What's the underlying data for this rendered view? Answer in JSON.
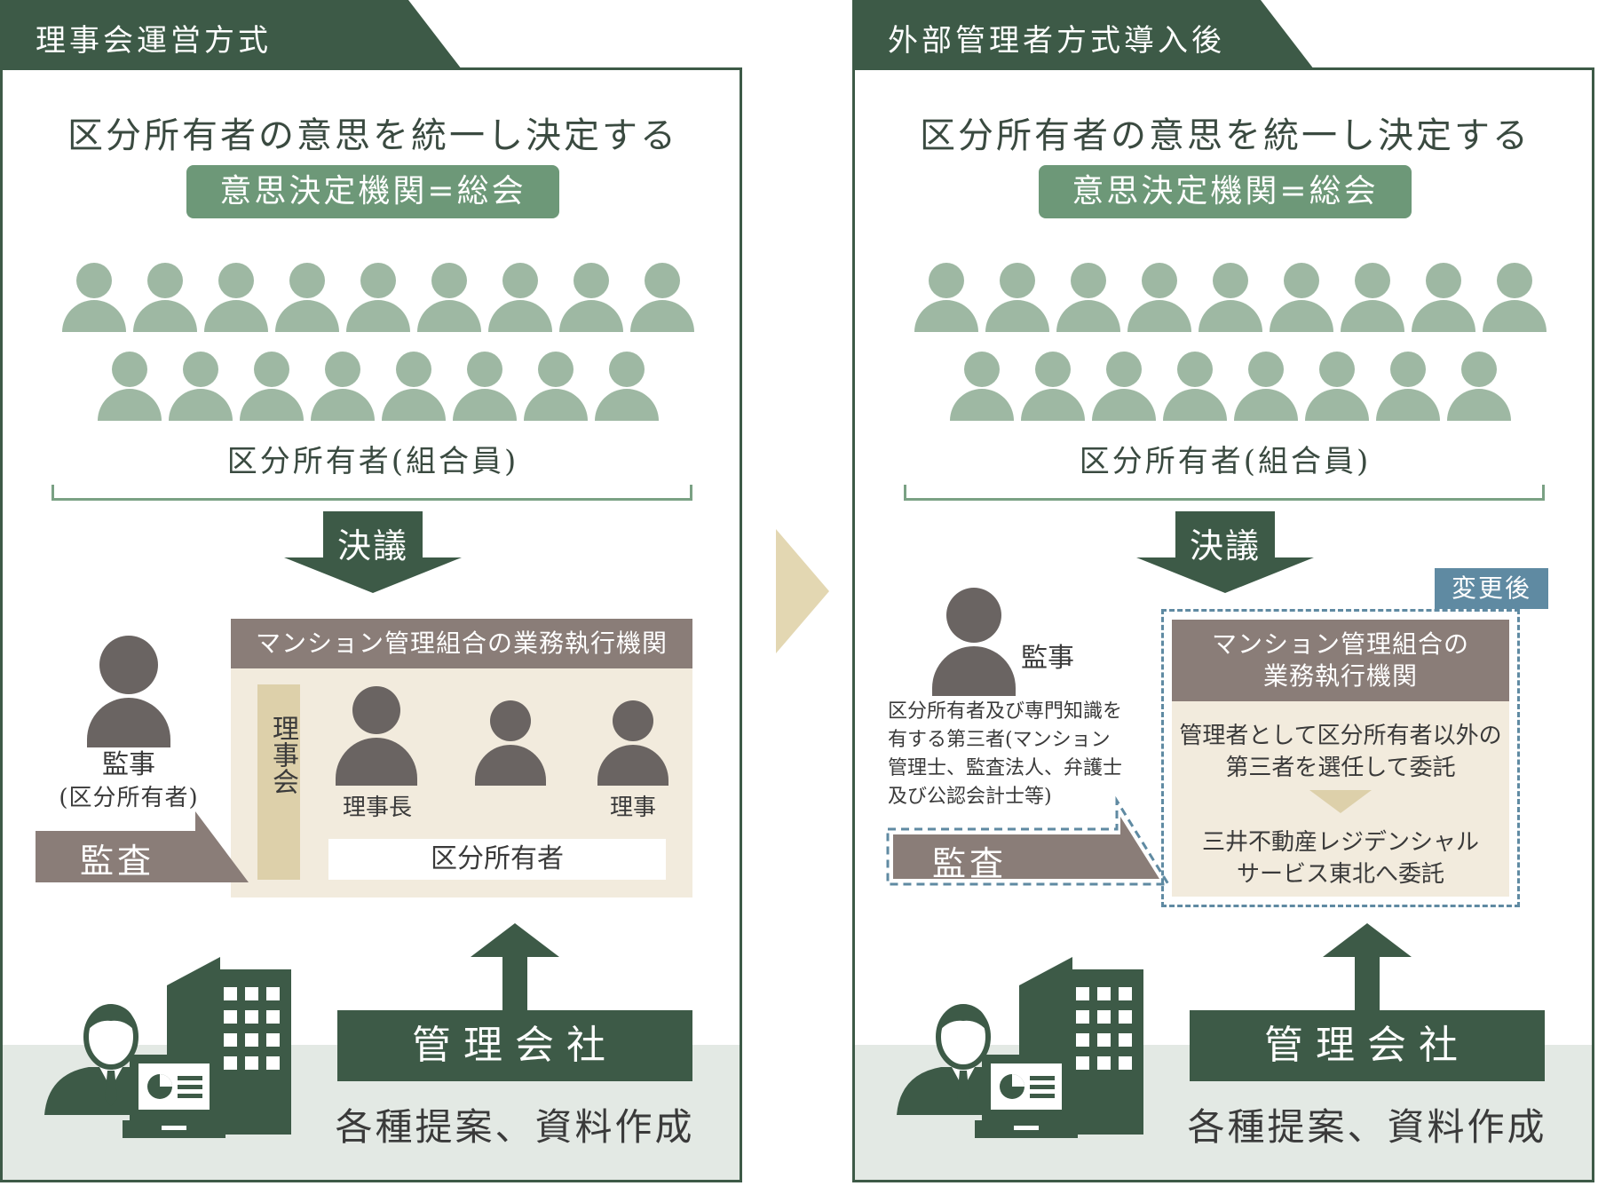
{
  "left": {
    "tab_title": "理事会運営方式",
    "headline": "区分所有者の意思を統一し決定する",
    "decision_body": "意思決定機関=総会",
    "owners_label": "区分所有者(組合員)",
    "resolution": "決議",
    "exec_header": "マンション管理組合の業務執行機関",
    "board_label": "理事会",
    "chairman": "理事長",
    "director": "理事",
    "owners_bar": "区分所有者",
    "auditor_name": "監事",
    "auditor_note": "(区分所有者)",
    "audit": "監査",
    "mgmt_company": "管理会社",
    "mgmt_sub": "各種提案、資料作成"
  },
  "right": {
    "tab_title": "外部管理者方式導入後",
    "headline": "区分所有者の意思を統一し決定する",
    "decision_body": "意思決定機関=総会",
    "owners_label": "区分所有者(組合員)",
    "resolution": "決議",
    "changed_badge": "変更後",
    "exec_header_1": "マンション管理組合の",
    "exec_header_2": "業務執行機関",
    "exec_text_1": "管理者として区分所有者以外の",
    "exec_text_2": "第三者を選任して委託",
    "exec_text_3": "三井不動産レジデンシャル",
    "exec_text_4": "サービス東北へ委託",
    "auditor_name": "監事",
    "auditor_note_1": "区分所有者及び専門知識を",
    "auditor_note_2": "有する第三者(マンション",
    "auditor_note_3": "管理士、監査法人、弁護士",
    "auditor_note_4": "及び公認会計士等)",
    "audit": "監査",
    "mgmt_company": "管理会社",
    "mgmt_sub": "各種提案、資料作成"
  },
  "colors": {
    "dark_green": "#3d5a47",
    "mid_green": "#6d9878",
    "light_green": "#9eb8a3",
    "band": "#e3e9e4",
    "taupe": "#8a7d78",
    "beige": "#f2ebdd",
    "tan": "#ddd0aa",
    "steel_blue": "#5f8aa2",
    "grey_person": "#6a6462"
  }
}
